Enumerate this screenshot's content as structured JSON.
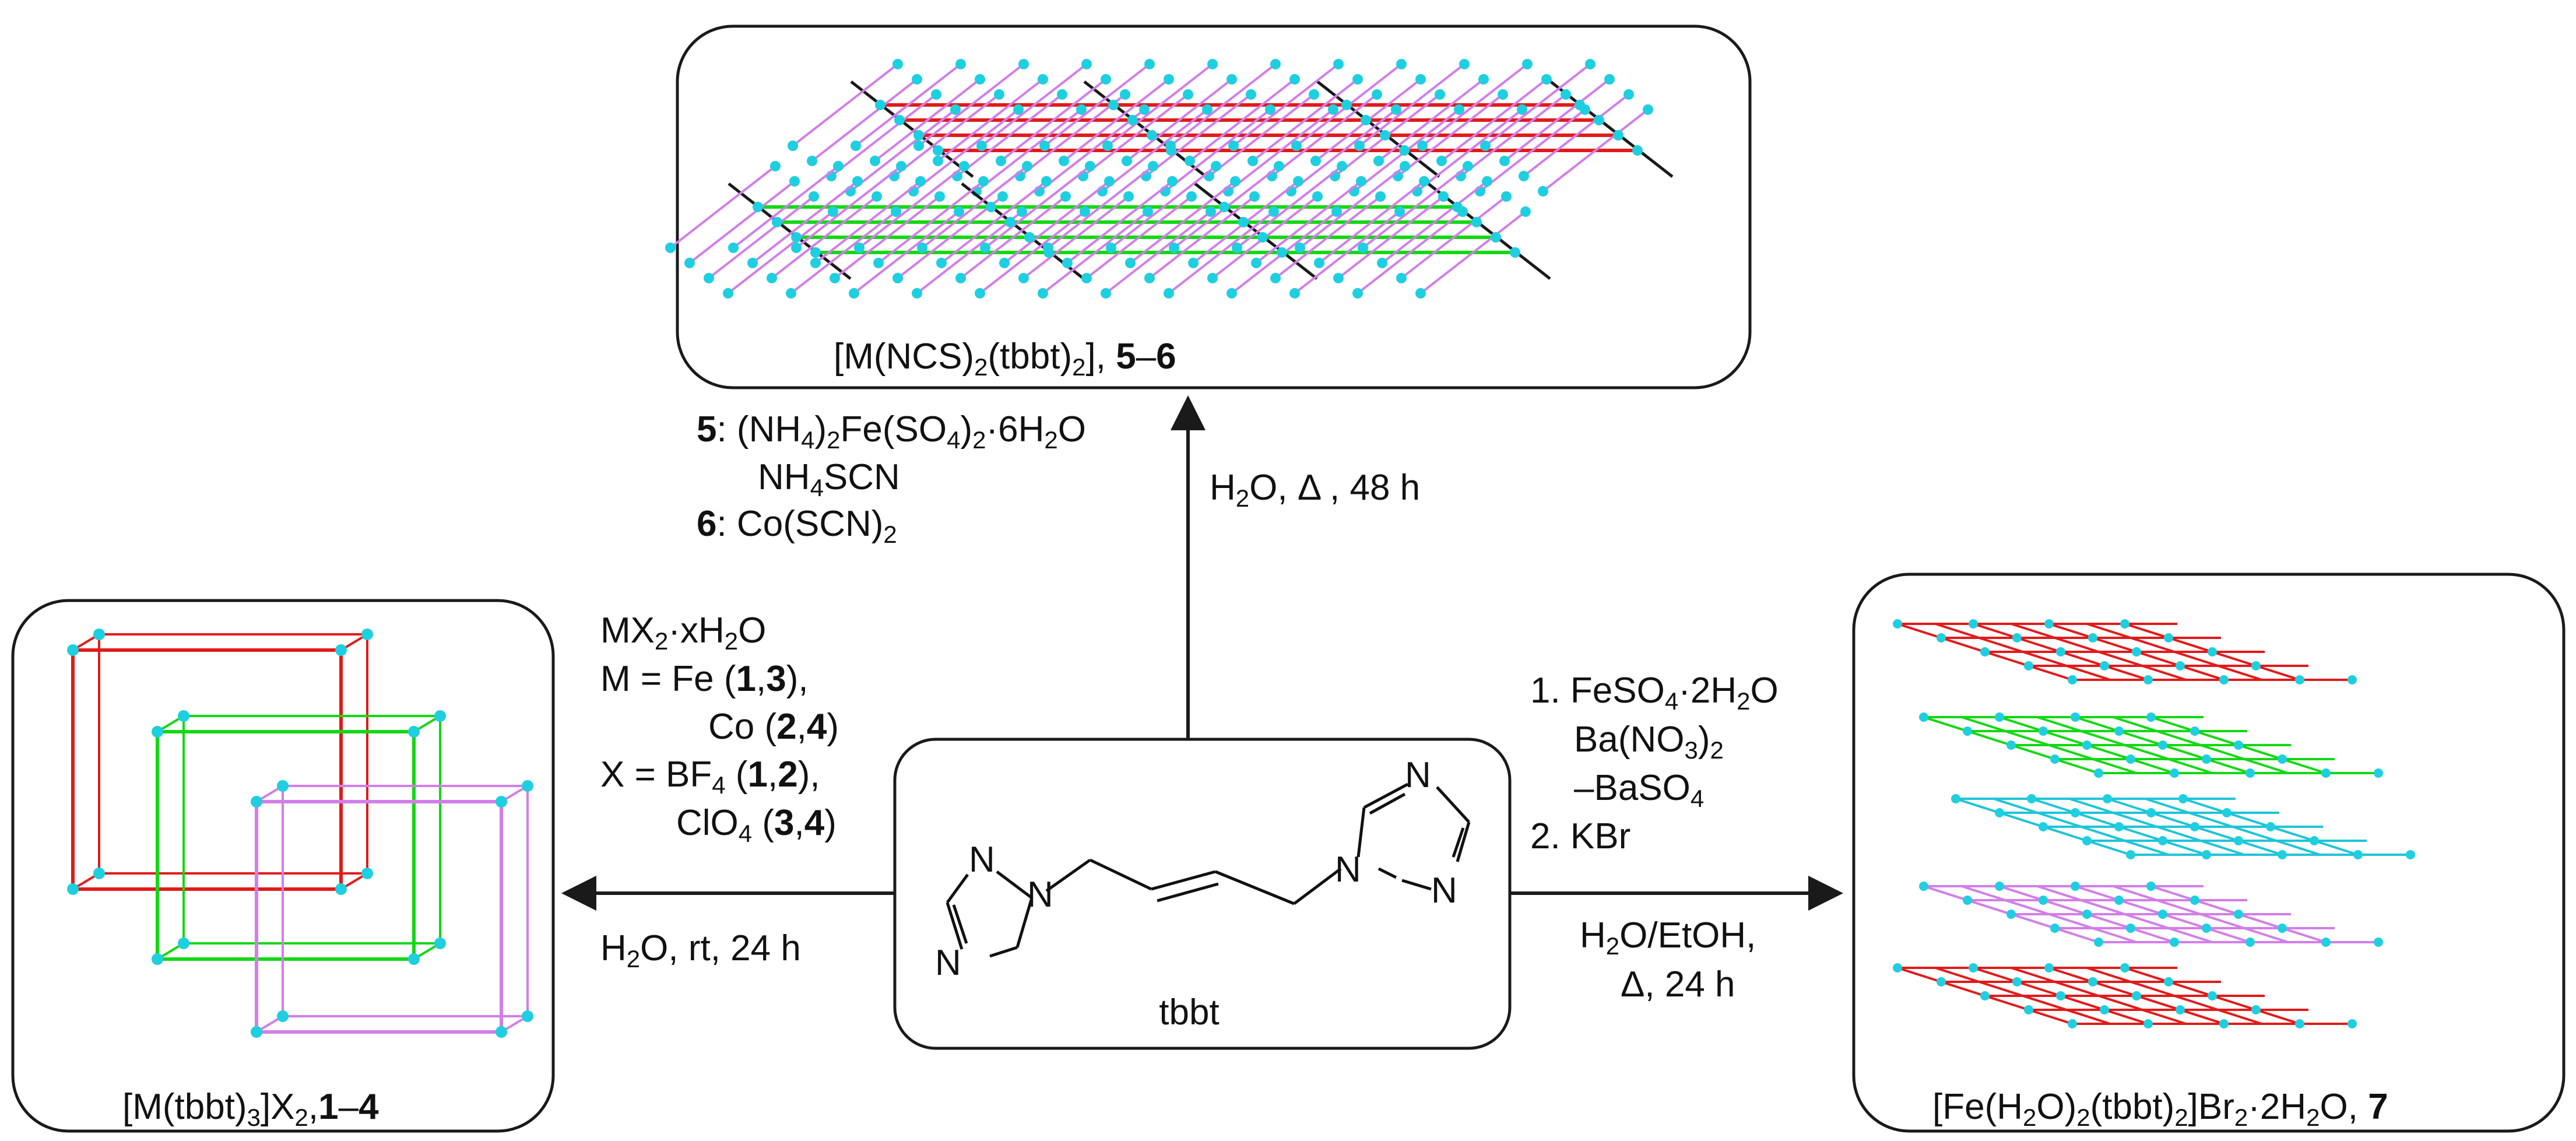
{
  "colors": {
    "red": "#e11b1b",
    "green": "#14d814",
    "cyan": "#1fc4d8",
    "lilac": "#d27ee8",
    "black": "#1a1a1a",
    "node": "#1ecfe0"
  },
  "ligand": {
    "name": "tbbt",
    "atom_N": "N"
  },
  "top_panel": {
    "caption_a": "[M(NCS)",
    "caption_sub1": "2",
    "caption_b": "(tbbt)",
    "caption_sub2": "2",
    "caption_c": "], ",
    "caption_bold": "5",
    "caption_dash": "–",
    "caption_bold2": "6"
  },
  "left_panel": {
    "caption_a": "[M(tbbt)",
    "caption_sub": "3",
    "caption_b": "]X",
    "caption_sub2": "2",
    "caption_c": ",",
    "caption_bold": "1",
    "caption_dash": "–",
    "caption_bold2": "4"
  },
  "right_panel": {
    "caption_a": "[Fe(H",
    "caption_sub1": "2",
    "caption_b": "O)",
    "caption_sub2": "2",
    "caption_c": "(tbbt)",
    "caption_sub3": "2",
    "caption_d": "]Br",
    "caption_sub4": "2",
    "caption_e": "·2H",
    "caption_sub5": "2",
    "caption_f": "O, ",
    "caption_bold": "7"
  },
  "up_reagents": {
    "line1_bold": "5",
    "line1_a": ": (NH",
    "line1_sub1": "4",
    "line1_b": ")",
    "line1_sub2": "2",
    "line1_c": "Fe(SO",
    "line1_sub3": "4",
    "line1_d": ")",
    "line1_sub4": "2",
    "line1_e": "·6H",
    "line1_sub5": "2",
    "line1_f": "O",
    "line2_a": "NH",
    "line2_sub": "4",
    "line2_b": "SCN",
    "line3_bold": "6",
    "line3_a": ": Co(SCN)",
    "line3_sub": "2"
  },
  "up_conditions": {
    "a": "H",
    "sub": "2",
    "b": "O, Δ , 48 h"
  },
  "left_reagents": {
    "l1_a": "MX",
    "l1_sub": "2",
    "l1_b": "·xH",
    "l1_sub2": "2",
    "l1_c": "O",
    "l2_a": "M = Fe (",
    "l2_b1": "1",
    "l2_comma": ",",
    "l2_b2": "3",
    "l2_end": "),",
    "l3_a": "Co (",
    "l3_b1": "2",
    "l3_comma": ",",
    "l3_b2": "4",
    "l3_end": ")",
    "l4_a": "X = BF",
    "l4_sub": "4",
    "l4_b": " (",
    "l4_b1": "1",
    "l4_comma": ",",
    "l4_b2": "2",
    "l4_end": "),",
    "l5_a": "ClO",
    "l5_sub": "4",
    "l5_b": " (",
    "l5_b1": "3",
    "l5_comma": ",",
    "l5_b2": "4",
    "l5_end": ")"
  },
  "left_conditions": {
    "a": "H",
    "sub": "2",
    "b": "O, rt, 24 h"
  },
  "right_reagents": {
    "l1_a": "1. FeSO",
    "l1_sub": "4",
    "l1_b": "·2H",
    "l1_sub2": "2",
    "l1_c": "O",
    "l2_a": "Ba(NO",
    "l2_sub": "3",
    "l2_b": ")",
    "l2_sub2": "2",
    "l3_a": "–BaSO",
    "l3_sub": "4",
    "l4": "2. KBr"
  },
  "right_conditions": {
    "l1_a": "H",
    "l1_sub": "2",
    "l1_b": "O/EtOH,",
    "l2": "Δ, 24 h"
  }
}
